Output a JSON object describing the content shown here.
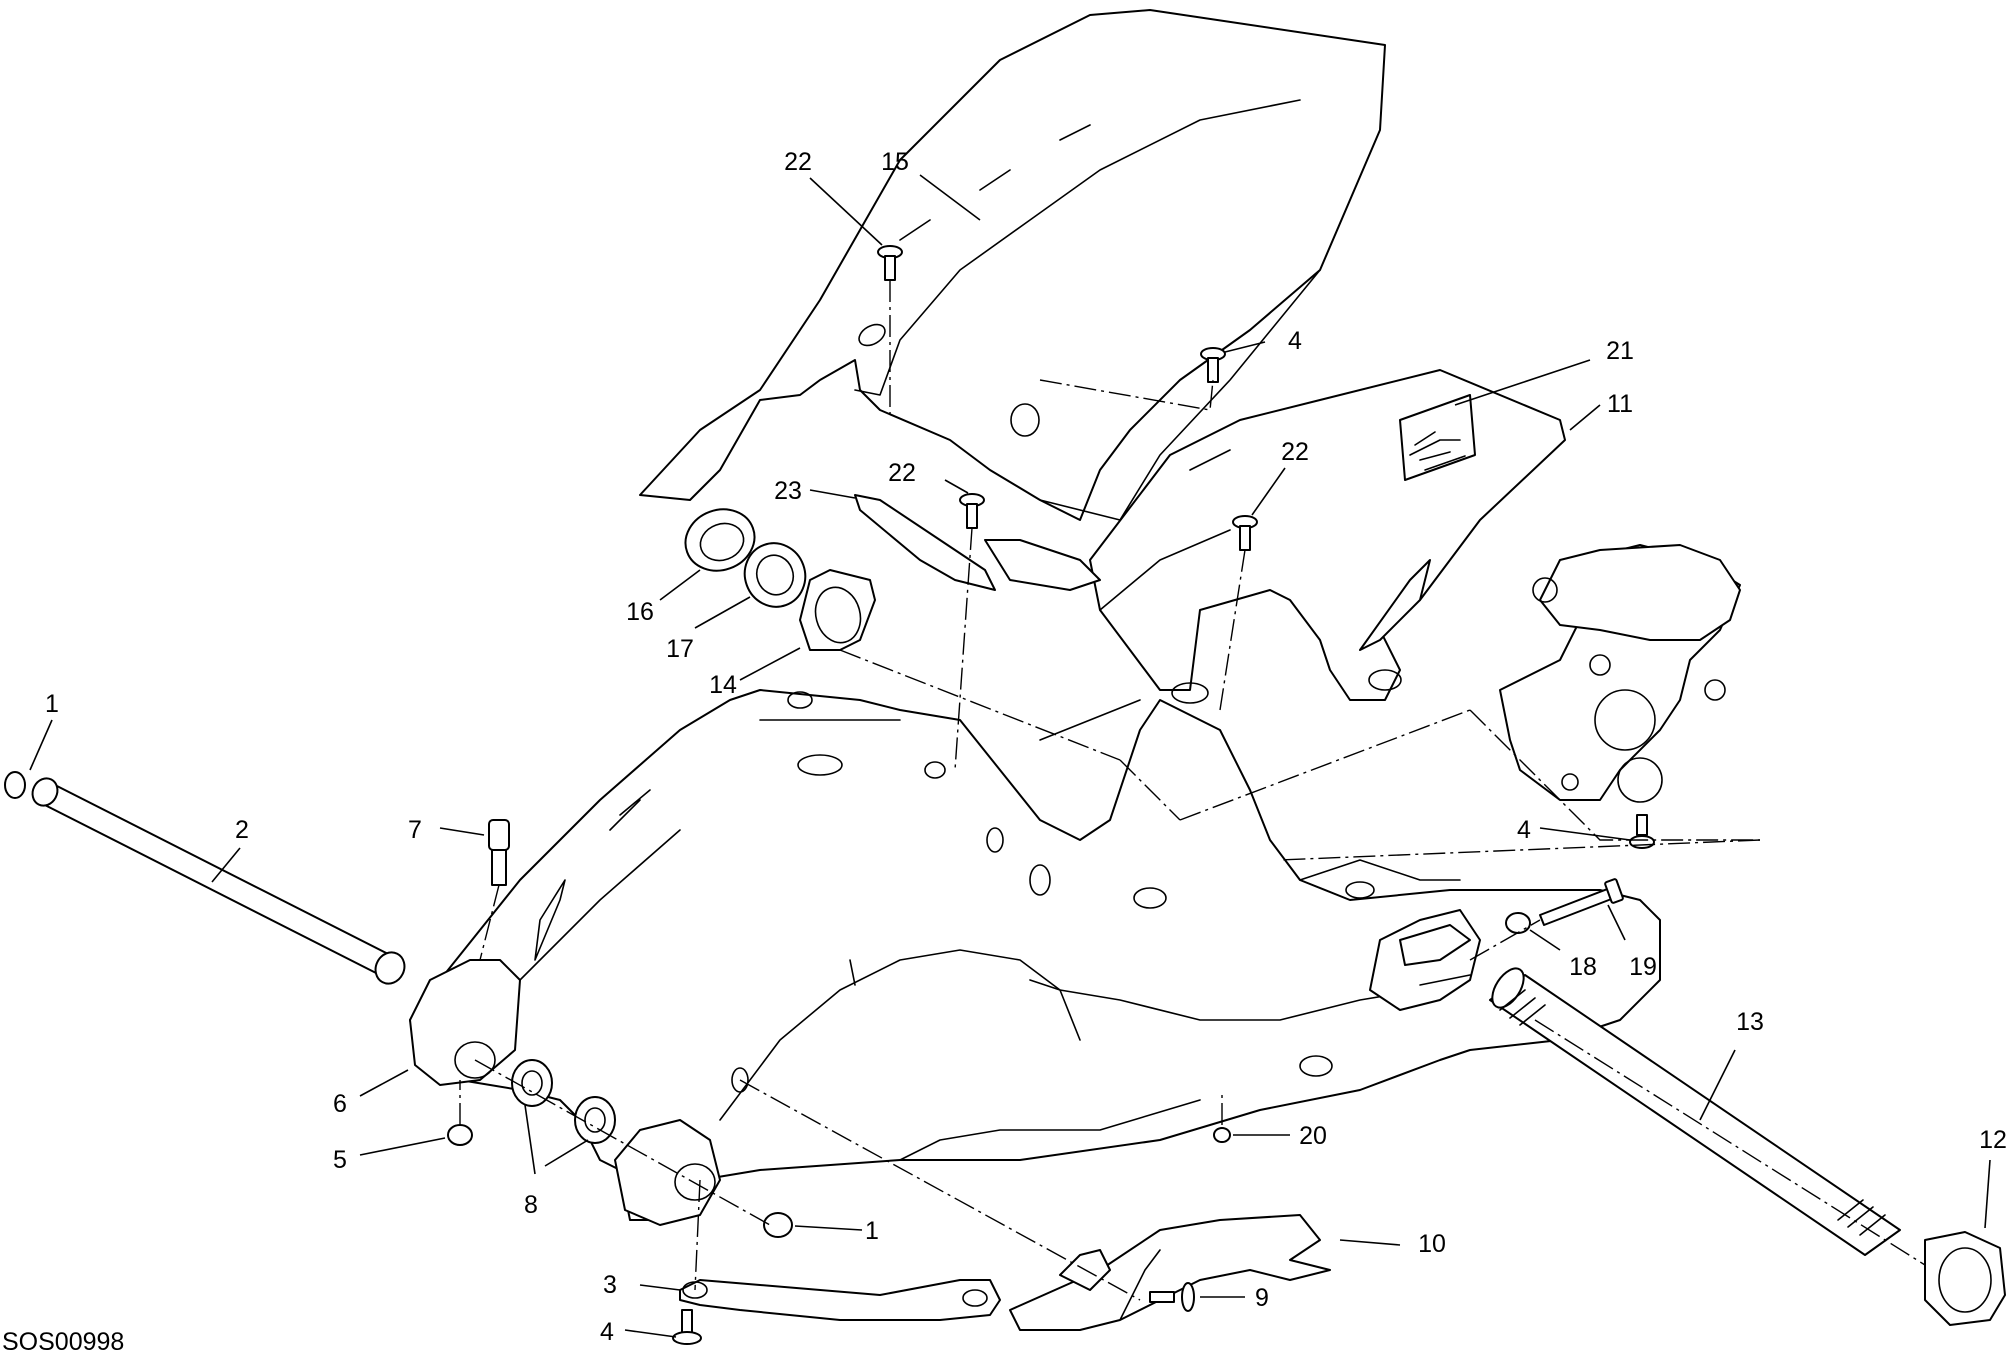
{
  "drawing_code": "SOS00998",
  "callouts": [
    {
      "id": "c-1a",
      "label": "1"
    },
    {
      "id": "c-2",
      "label": "2"
    },
    {
      "id": "c-7",
      "label": "7"
    },
    {
      "id": "c-6",
      "label": "6"
    },
    {
      "id": "c-5",
      "label": "5"
    },
    {
      "id": "c-8",
      "label": "8"
    },
    {
      "id": "c-1b",
      "label": "1"
    },
    {
      "id": "c-3",
      "label": "3"
    },
    {
      "id": "c-4a",
      "label": "4"
    },
    {
      "id": "c-9",
      "label": "9"
    },
    {
      "id": "c-10",
      "label": "10"
    },
    {
      "id": "c-20",
      "label": "20"
    },
    {
      "id": "c-13",
      "label": "13"
    },
    {
      "id": "c-12",
      "label": "12"
    },
    {
      "id": "c-18",
      "label": "18"
    },
    {
      "id": "c-19",
      "label": "19"
    },
    {
      "id": "c-4b",
      "label": "4"
    },
    {
      "id": "c-11",
      "label": "11"
    },
    {
      "id": "c-21",
      "label": "21"
    },
    {
      "id": "c-22a",
      "label": "22"
    },
    {
      "id": "c-4c",
      "label": "4"
    },
    {
      "id": "c-22b",
      "label": "22"
    },
    {
      "id": "c-15",
      "label": "15"
    },
    {
      "id": "c-22c",
      "label": "22"
    },
    {
      "id": "c-23",
      "label": "23"
    },
    {
      "id": "c-16",
      "label": "16"
    },
    {
      "id": "c-17",
      "label": "17"
    },
    {
      "id": "c-14",
      "label": "14"
    }
  ]
}
